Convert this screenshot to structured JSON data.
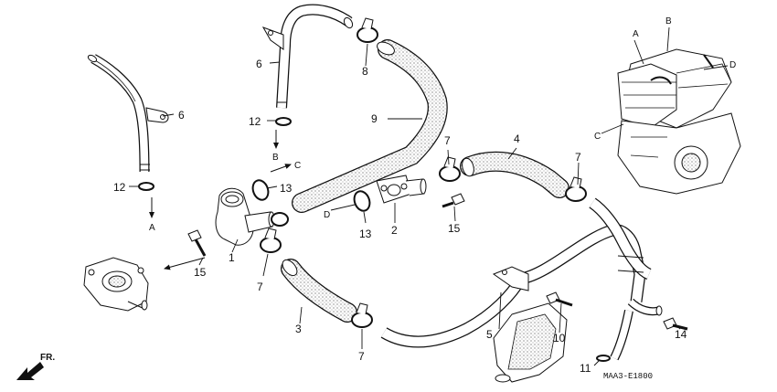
{
  "part_callouts": {
    "p1": "1",
    "p2": "2",
    "p3": "3",
    "p4": "4",
    "p5": "5",
    "p6a": "6",
    "p6b": "6",
    "p7a": "7",
    "p7b": "7",
    "p7c": "7",
    "p7d": "7",
    "p8": "8",
    "p9": "9",
    "p10": "10",
    "p11": "11",
    "p12a": "12",
    "p12b": "12",
    "p13a": "13",
    "p13b": "13",
    "p14": "14",
    "p15a": "15",
    "p15b": "15"
  },
  "connection_refs": {
    "a_left": "A",
    "a_engine": "A",
    "b_center": "B",
    "b_engine": "B",
    "c_center": "C",
    "c_engine": "C",
    "d_center": "D",
    "d_engine": "D"
  },
  "front_label": "FR.",
  "diagram_code": "MAA3-E1800"
}
